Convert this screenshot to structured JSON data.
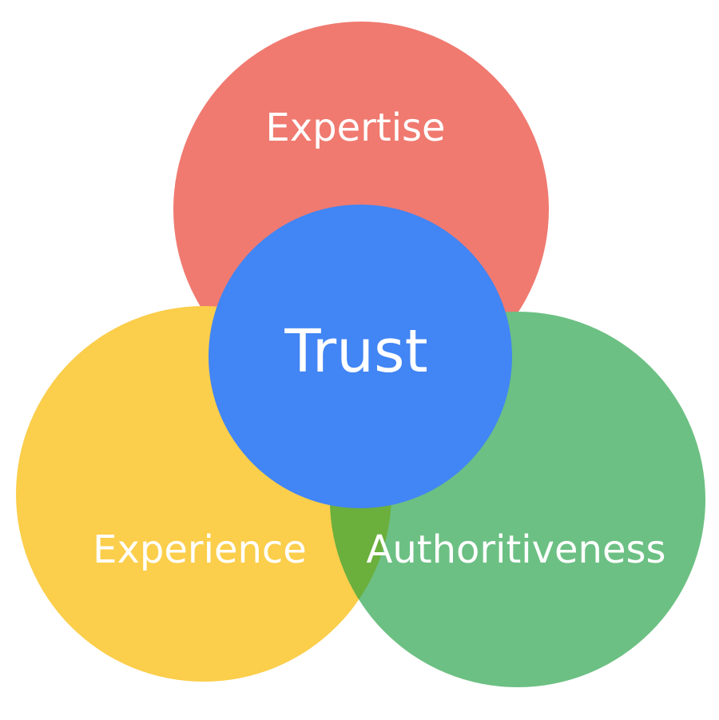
{
  "diagram": {
    "type": "venn",
    "center": {
      "label": "Trust",
      "color": "#4285F4"
    },
    "circles": [
      {
        "id": "expertise",
        "label": "Expertise",
        "color": "#F07A70"
      },
      {
        "id": "experience",
        "label": "Experience",
        "color": "#FBCE4B"
      },
      {
        "id": "authoritiveness",
        "label": "Authoritiveness",
        "color": "#6CC083"
      }
    ],
    "overlap_color": "#6BAF3C"
  }
}
